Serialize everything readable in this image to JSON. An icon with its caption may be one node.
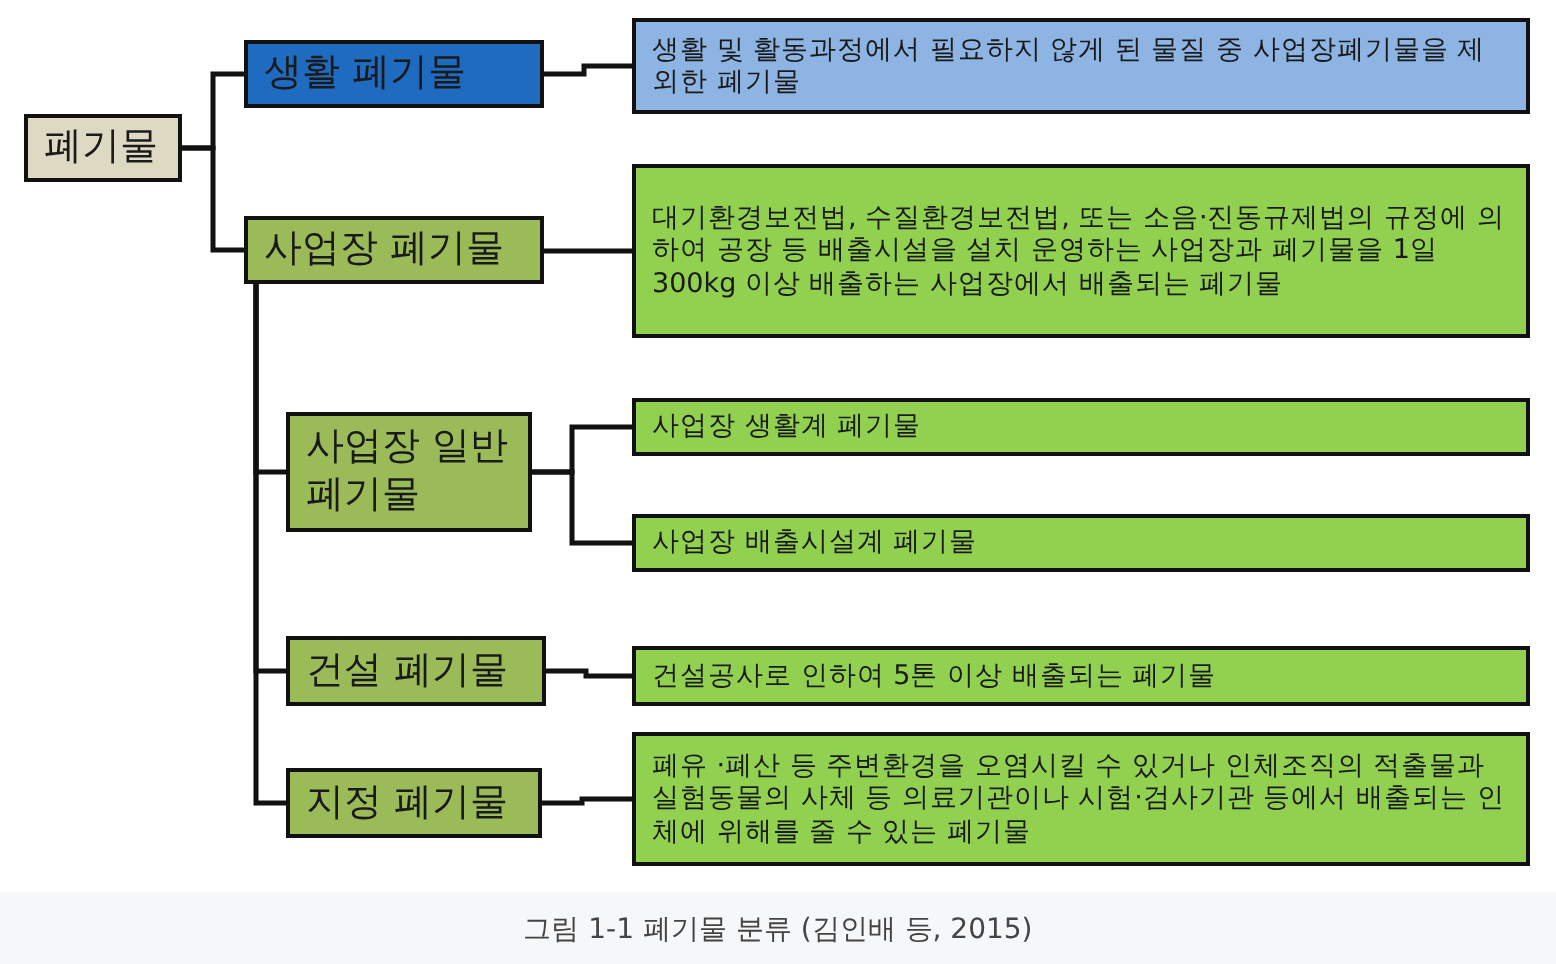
{
  "diagram": {
    "caption": "그림 1-1 폐기물 분류 (김인배 등, 2015)",
    "nodes": [
      {
        "text": [
          "폐기물"
        ]
      },
      {
        "text": [
          "생활 폐기물"
        ]
      },
      {
        "text": [
          "생활 및 활동과정에서 필요하지 않게 된 물질 중 사업장폐기물을 제외한 폐기물"
        ]
      },
      {
        "text": [
          "사업장 폐기물"
        ]
      },
      {
        "text": [
          "대기환경보전법, 수질환경보전법, 또는 소음·진동규제법의 규정에 의하여 공장 등 배출시설을 설치 운영하는 사업장과 폐기물을 1일 300kg 이상 배출하는 사업장에서 배출되는 폐기물"
        ]
      },
      {
        "text": [
          "사업장 일반폐기물"
        ]
      },
      {
        "text": [
          "사업장 생활계 폐기물"
        ]
      },
      {
        "text": [
          "사업장 배출시설계 폐기물"
        ]
      },
      {
        "text": [
          "건설 폐기물"
        ]
      },
      {
        "text": [
          "건설공사로 인하여 5톤 이상 배출되는 폐기물"
        ]
      },
      {
        "text": [
          "지정 폐기물"
        ]
      },
      {
        "text": [
          "폐유 ·폐산 등 주변환경을 오염시킬 수 있거나 인체조직의 적출물과 실험동물의 사체 등 의료기관이나 시험·검사기관 등에서 배출되는 인체에 위해를 줄 수 있는 폐기물"
        ]
      }
    ],
    "edges": [
      {
        "from": 0,
        "to": 1,
        "arrow": "none"
      },
      {
        "from": 0,
        "to": 3,
        "arrow": "none"
      },
      {
        "from": 1,
        "to": 2,
        "arrow": "none"
      },
      {
        "from": 3,
        "to": 4,
        "arrow": "none"
      },
      {
        "from": 3,
        "to": 5,
        "arrow": "none"
      },
      {
        "from": 3,
        "to": 8,
        "arrow": "none"
      },
      {
        "from": 3,
        "to": 10,
        "arrow": "none"
      },
      {
        "from": 5,
        "to": 6,
        "arrow": "none"
      },
      {
        "from": 5,
        "to": 7,
        "arrow": "none"
      },
      {
        "from": 8,
        "to": 9,
        "arrow": "none"
      },
      {
        "from": 10,
        "to": 11,
        "arrow": "none"
      }
    ]
  }
}
